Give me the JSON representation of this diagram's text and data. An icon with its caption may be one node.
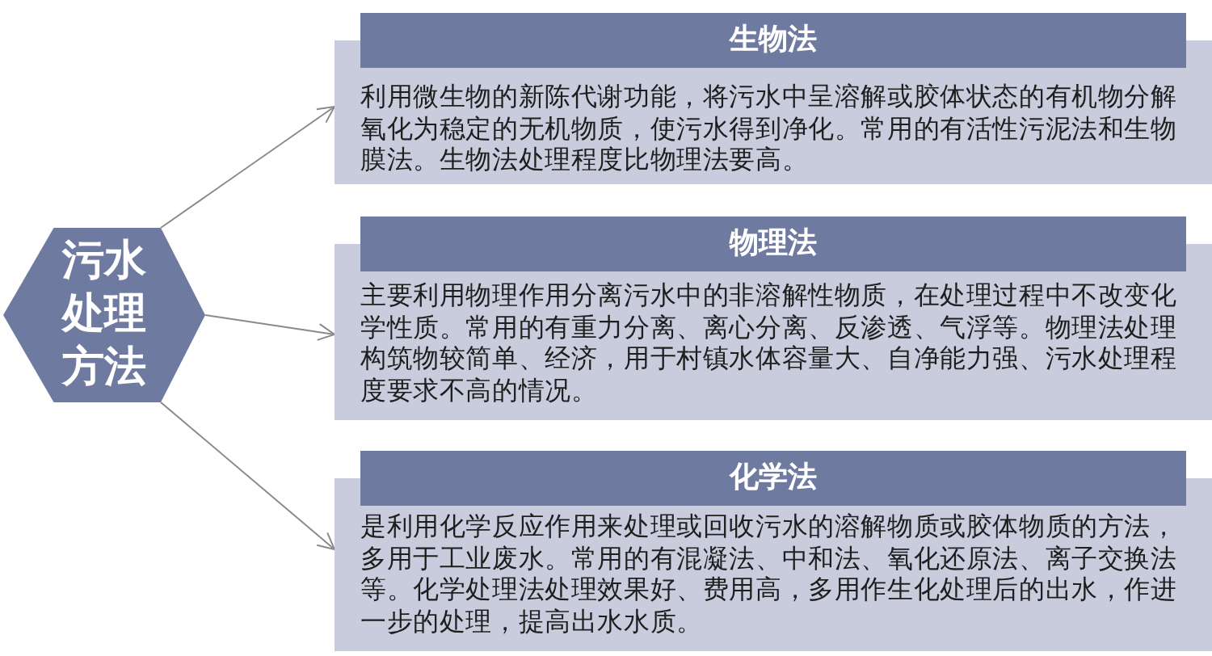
{
  "diagram": {
    "nodes": [
      {
        "text": [
          "污水处理方法"
        ]
      },
      {
        "text": [
          "生物法",
          "利用微生物的新陈代谢功能，将污水中呈溶解或胶体状态的有机物分解氧化为稳定的无机物质，使污水得到净化。常用的有活性污泥法和生物膜法。生物法处理程度比物理法要高。"
        ]
      },
      {
        "text": [
          "物理法",
          "主要利用物理作用分离污水中的非溶解性物质，在处理过程中不改变化学性质。常用的有重力分离、离心分离、反渗透、气浮等。物理法处理构筑物较简单、经济，用于村镇水体容量大、自净能力强、污水处理程度要求不高的情况。"
        ]
      },
      {
        "text": [
          "化学法",
          "是利用化学反应作用来处理或回收污水的溶解物质或胶体物质的方法，多用于工业废水。常用的有混凝法、中和法、氧化还原法、离子交换法等。化学处理法处理效果好、费用高，多用作生化处理后的出水，作进一步的处理，提高出水水质。"
        ]
      }
    ],
    "edges": [
      {
        "from": 0,
        "to": 1,
        "arrow": "to"
      },
      {
        "from": 0,
        "to": 2,
        "arrow": "to"
      },
      {
        "from": 0,
        "to": 3,
        "arrow": "to"
      }
    ]
  }
}
